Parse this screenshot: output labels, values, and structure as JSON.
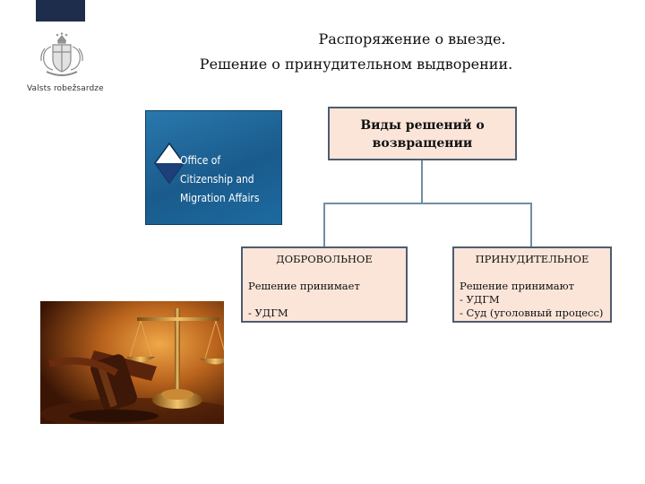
{
  "logo": {
    "caption": "Valsts robežsardze",
    "icon": "coat-of-arms-icon"
  },
  "title": {
    "line1": "Распоряжение о выезде.",
    "line2": "Решение о принудительном выдворении."
  },
  "ocma_logo": {
    "lines": [
      "Office of",
      "Citizenship and",
      "Migration Affairs"
    ],
    "icon": "diamond-icon"
  },
  "judge_image": {
    "icon": "gavel-scales-icon"
  },
  "diagram": {
    "root": {
      "lines": [
        "Виды решений о",
        "возвращении"
      ]
    },
    "voluntary": {
      "heading": "ДОБРОВОЛЬНОЕ",
      "line1": "Решение принимает",
      "line2": "- УДГМ"
    },
    "forced": {
      "heading": "ПРИНУДИТЕЛЬНОЕ",
      "line1": "Решение принимают",
      "line2": "- УДГМ",
      "line3": "- Суд (уголовный процесс)"
    }
  },
  "colors": {
    "box_fill": "#fbe5d9",
    "box_border": "#4d5c70",
    "connector": "#6f8fa3",
    "ocma_blue": "#1a5b8c",
    "top_bar": "#1f2d4c"
  }
}
